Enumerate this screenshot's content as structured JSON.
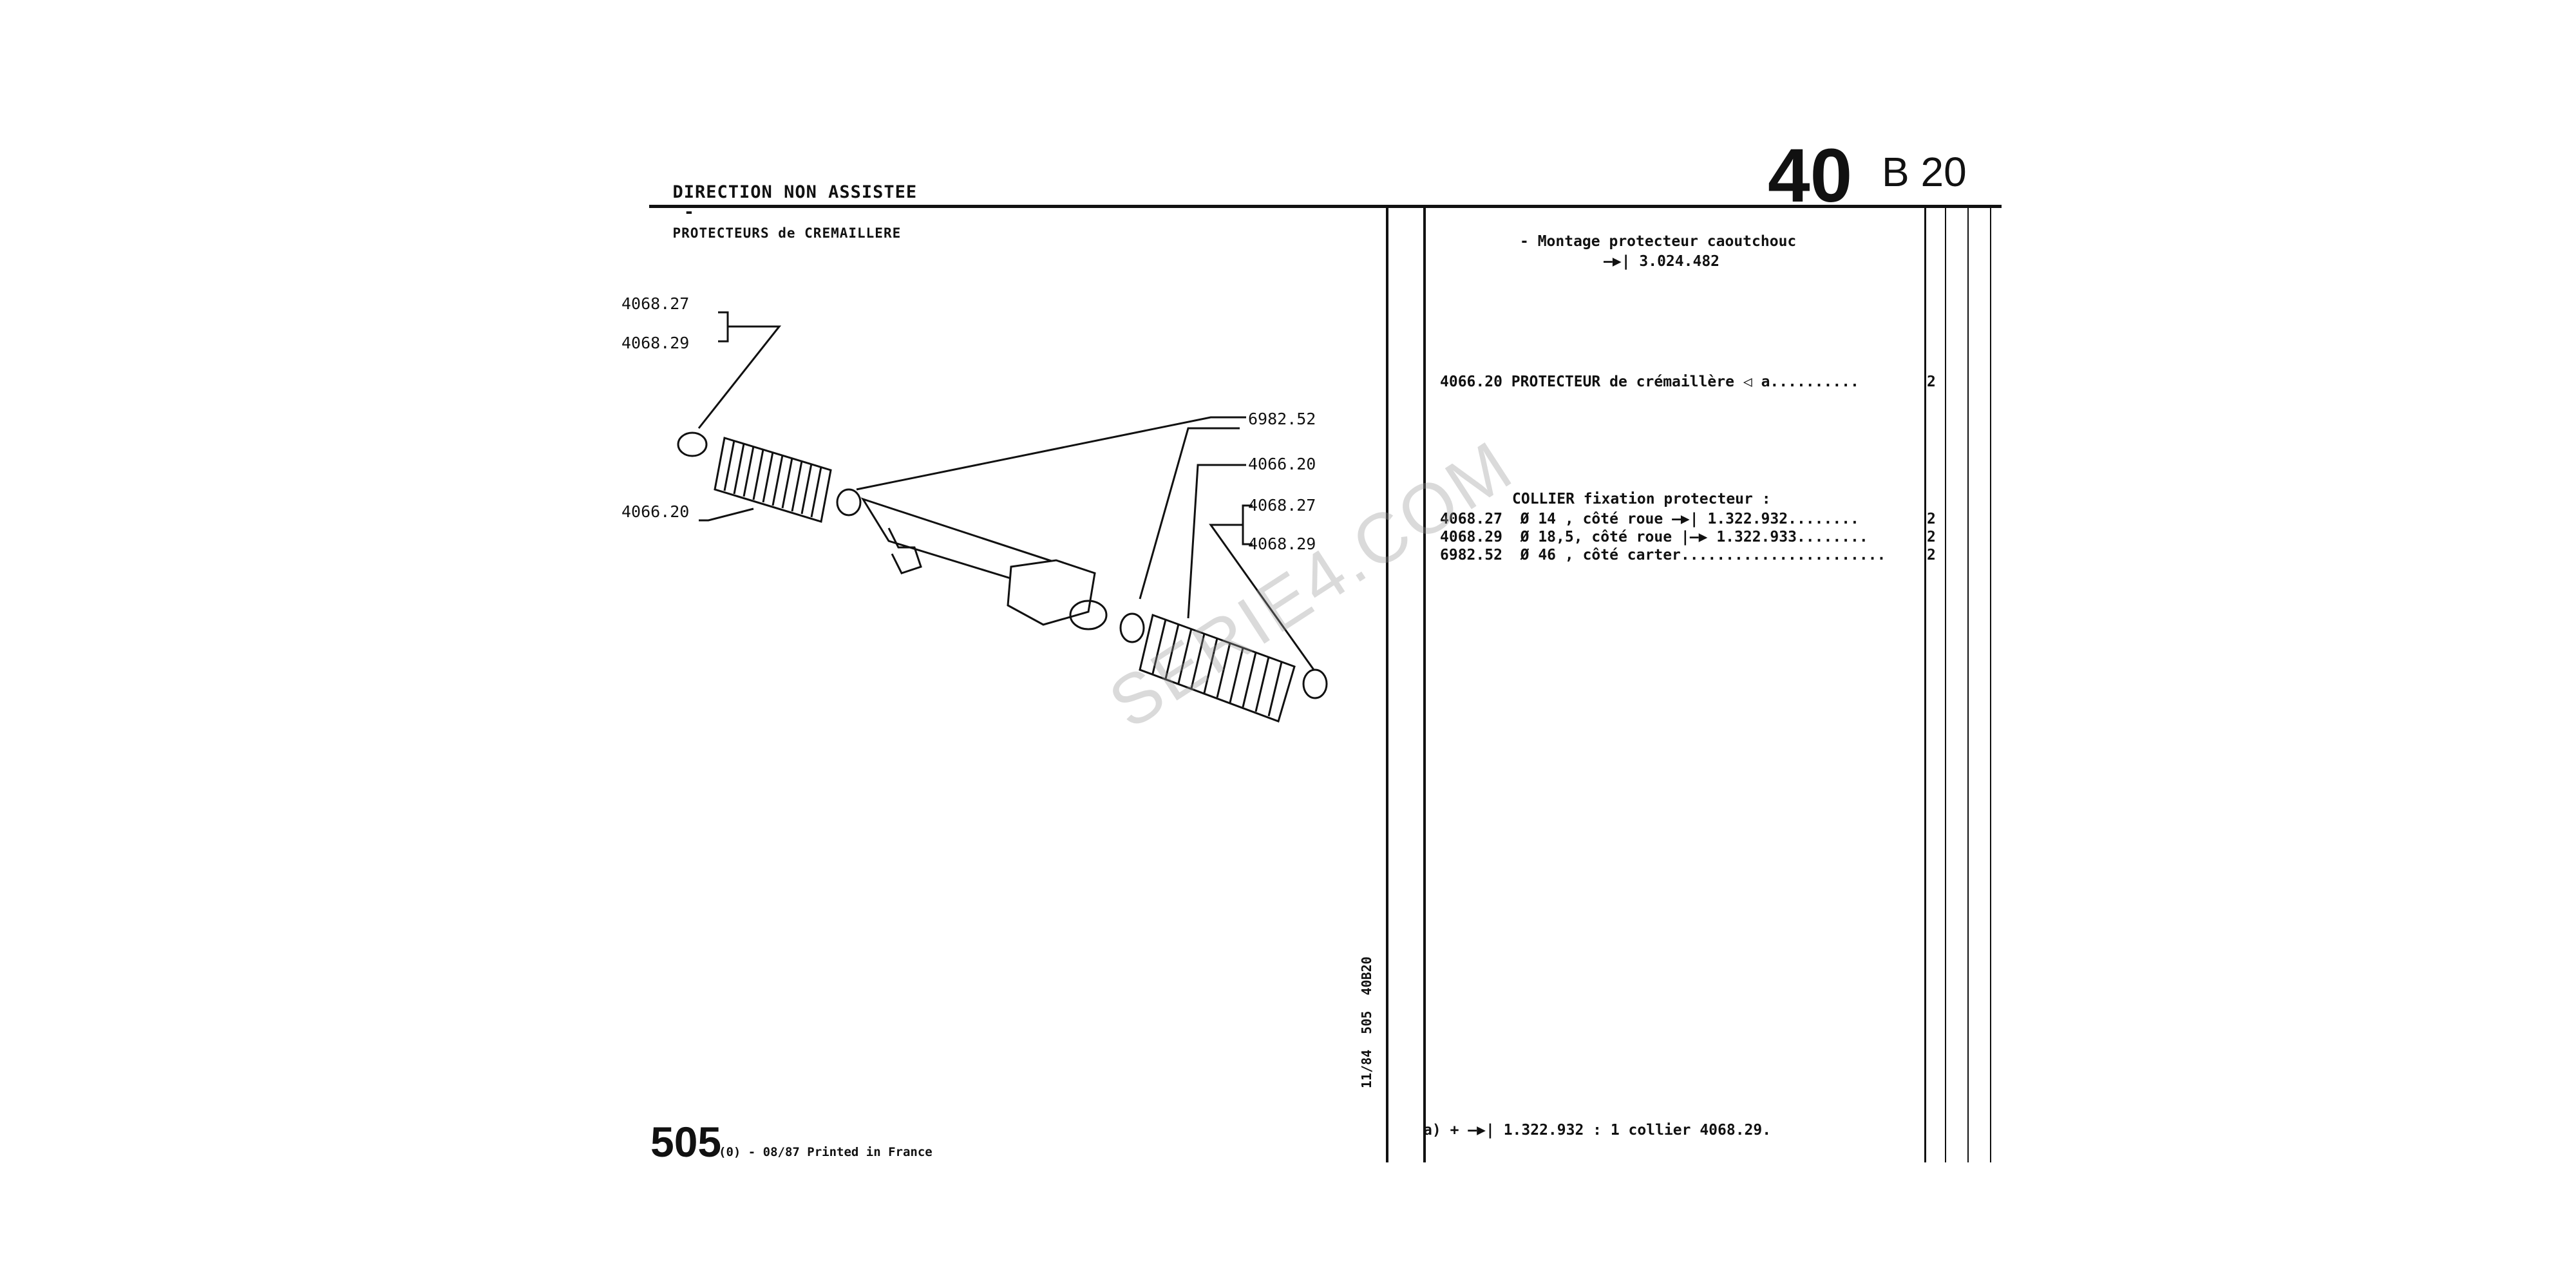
{
  "header": {
    "title": "DIRECTION NON ASSISTEE",
    "subtitle": "PROTECTEURS de CREMAILLERE",
    "section_number": "40",
    "section_sub": "B 20"
  },
  "diagram": {
    "labels": {
      "top_left_1": "4068.27",
      "top_left_2": "4068.29",
      "left_boot": "4066.20",
      "right_1": "6982.52",
      "right_2": "4066.20",
      "right_3": "4068.27",
      "right_4": "4068.29"
    }
  },
  "parts": {
    "note_title": "- Montage protecteur caoutchouc",
    "note_ref": "3.024.482",
    "protecteur": {
      "ref": "4066.20",
      "desc": "PROTECTEUR de crémaillère",
      "suffix": "a..........",
      "qty": "2"
    },
    "collier_header": "COLLIER fixation protecteur :",
    "colliers": [
      {
        "ref": "4068.27",
        "desc": "Ø 14 , côté roue",
        "serial": "1.322.932........",
        "qty": "2"
      },
      {
        "ref": "4068.29",
        "desc": "Ø 18,5, côté roue",
        "serial": "1.322.933........",
        "qty": "2"
      },
      {
        "ref": "6982.52",
        "desc": "Ø 46 , côté carter.......................",
        "serial": "",
        "qty": "2"
      }
    ],
    "footnote_prefix": "a)",
    "footnote_ref": "1.322.932 : 1 collier 4068.29."
  },
  "footer": {
    "model": "505",
    "printed": "(0) - 08/87 Printed in France",
    "edge_code": "11/84  505  40B20"
  },
  "watermark": "SERIE4.COM"
}
